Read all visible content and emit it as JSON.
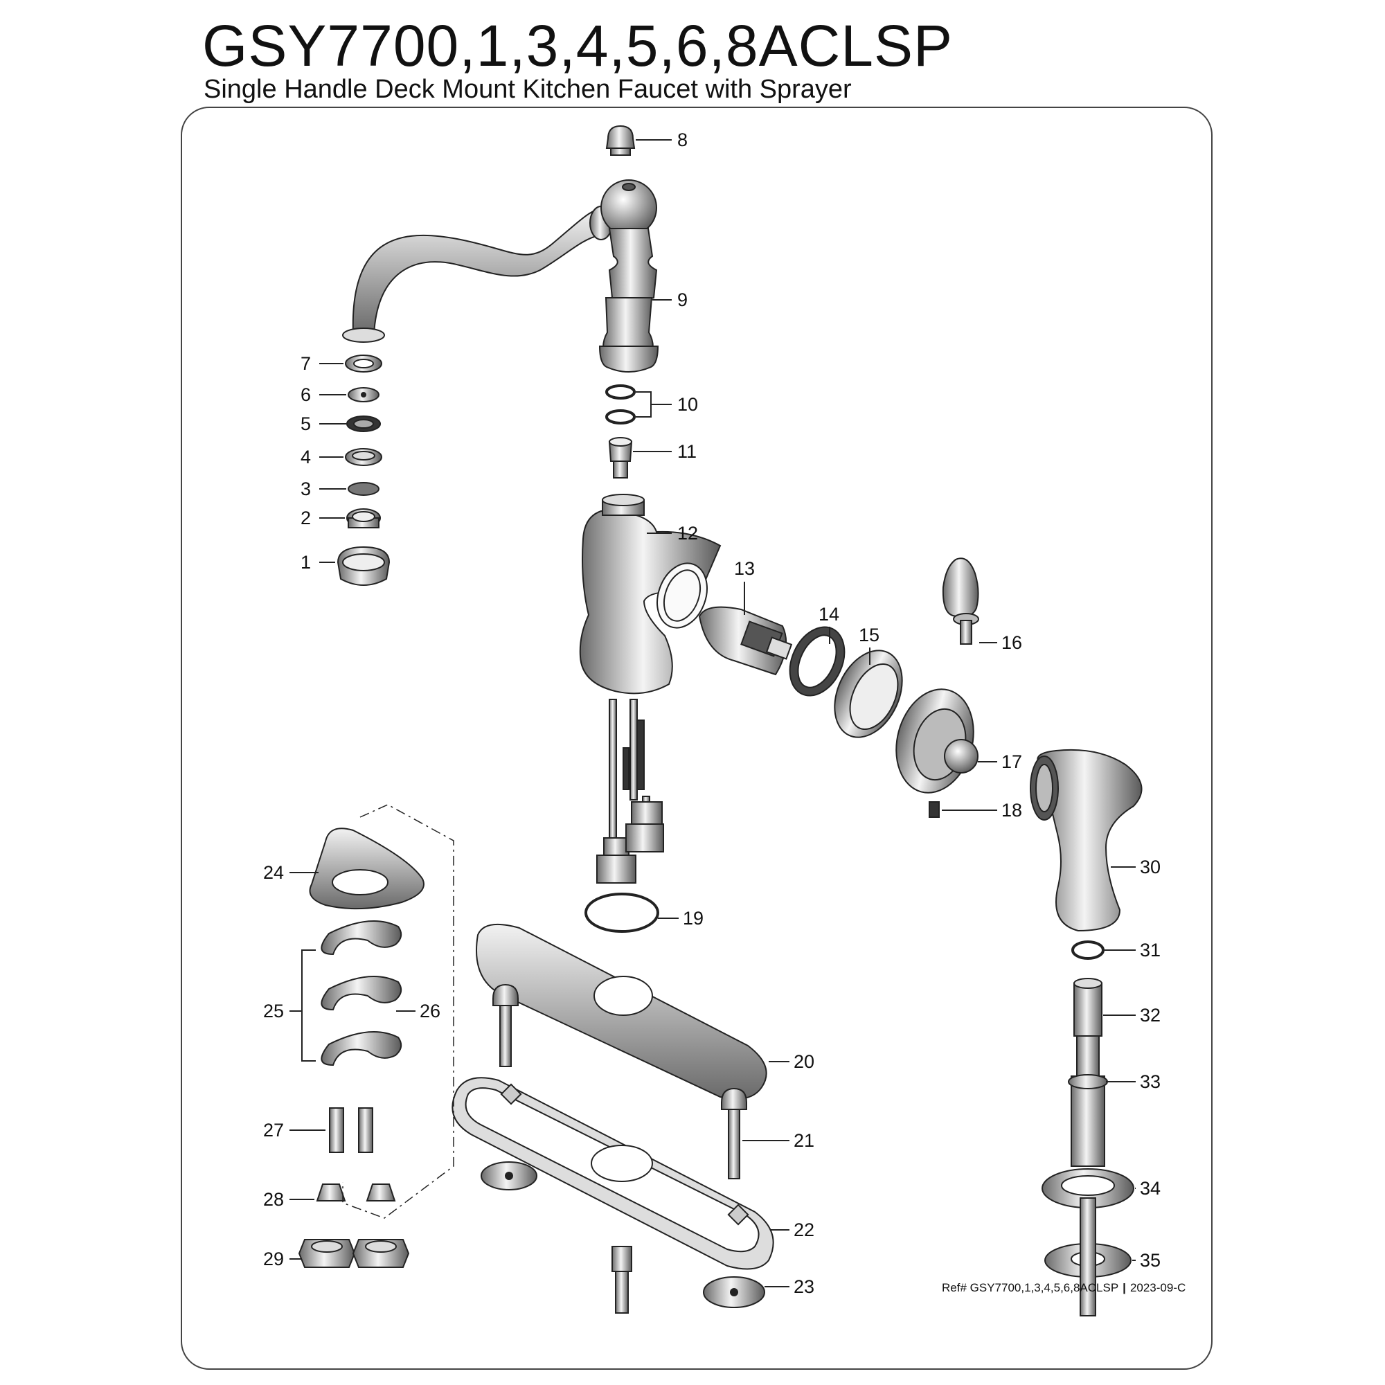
{
  "header": {
    "title": "GSY7700,1,3,4,5,6,8ACLSP",
    "subtitle": "Single Handle Deck Mount Kitchen Faucet with Sprayer"
  },
  "footer": {
    "ref": "Ref# GSY7700,1,3,4,5,6,8ACLSP",
    "separator": "|",
    "revision": "2023-09-C"
  },
  "callouts": [
    "1",
    "2",
    "3",
    "4",
    "5",
    "6",
    "7",
    "8",
    "9",
    "10",
    "11",
    "12",
    "13",
    "14",
    "15",
    "16",
    "17",
    "18",
    "19",
    "20",
    "21",
    "22",
    "23",
    "24",
    "25",
    "26",
    "27",
    "28",
    "29",
    "30",
    "31",
    "32",
    "33",
    "34",
    "35"
  ]
}
